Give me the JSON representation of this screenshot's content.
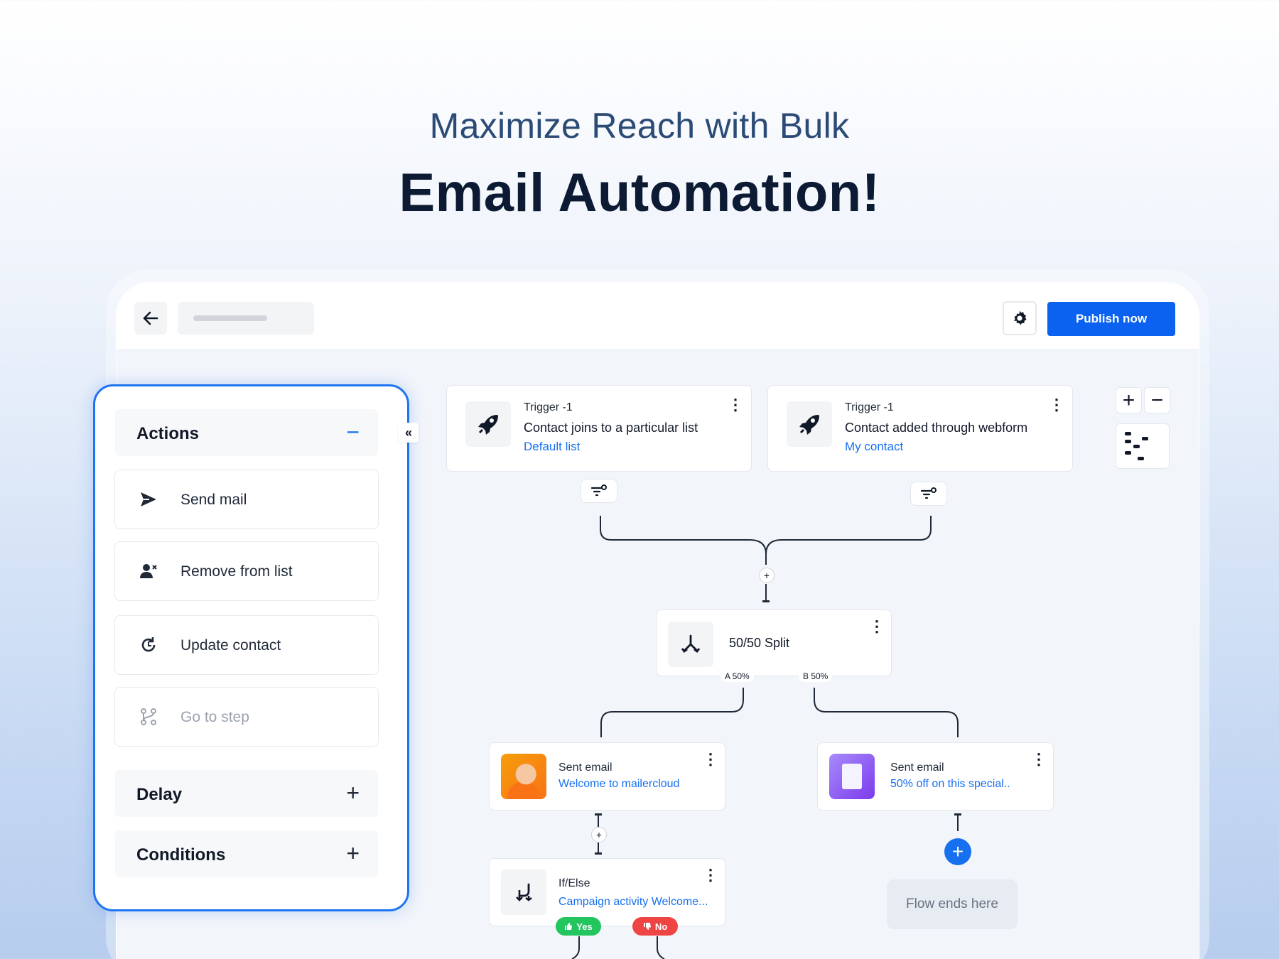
{
  "hero": {
    "subtitle": "Maximize Reach with Bulk",
    "title": "Email Automation!"
  },
  "toolbar": {
    "publish_label": "Publish now"
  },
  "panel": {
    "actions_title": "Actions",
    "actions_toggle": "−",
    "collapse": "«",
    "items": [
      {
        "label": "Send mail",
        "icon": "send-icon"
      },
      {
        "label": "Remove from list",
        "icon": "user-remove-icon"
      },
      {
        "label": "Update contact",
        "icon": "refresh-icon"
      },
      {
        "label": "Go to step",
        "icon": "branch-icon",
        "disabled": true
      }
    ],
    "delay_title": "Delay",
    "conditions_title": "Conditions",
    "expand": "+"
  },
  "flow": {
    "trigger1": {
      "kind": "Trigger -1",
      "title": "Contact joins to a particular list",
      "link": "Default list"
    },
    "trigger2": {
      "kind": "Trigger -1",
      "title": "Contact added through webform",
      "link": "My contact"
    },
    "split": {
      "title": "50/50 Split",
      "branch_a": "A 50%",
      "branch_b": "B 50%"
    },
    "email1": {
      "kind": "Sent email",
      "link": "Welcome to mailercloud"
    },
    "email2": {
      "kind": "Sent email",
      "link": "50% off on this special.."
    },
    "ifelse": {
      "kind": "If/Else",
      "link": "Campaign activity Welcome...",
      "yes": "Yes",
      "no": "No"
    },
    "end_label": "Flow ends here",
    "plus": "+",
    "kebab": "⋮"
  },
  "zoom": {
    "in": "+",
    "out": "−"
  },
  "colors": {
    "accent": "#0b62f0",
    "link": "#1670f0",
    "yes": "#22c55e",
    "no": "#ef4444"
  }
}
